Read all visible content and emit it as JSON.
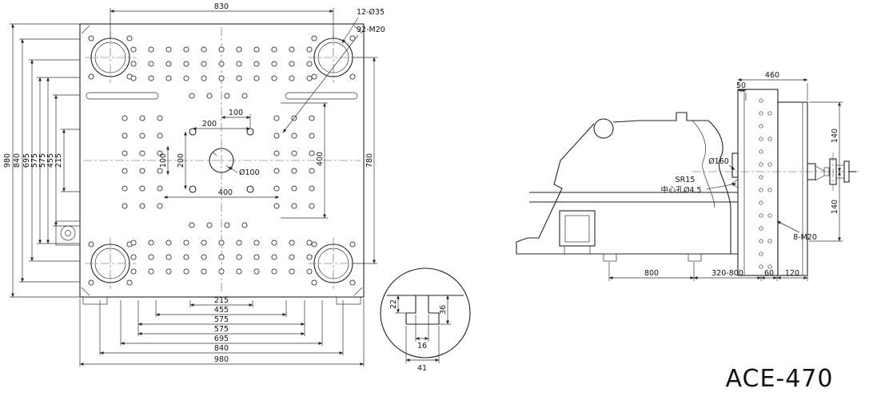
{
  "title": "ACE-470",
  "front_view": {
    "dim_top": "830",
    "note_holes": "12-Ø35",
    "note_threads": "92-M20",
    "dims_left": [
      "980",
      "840",
      "695",
      "575",
      "575",
      "455",
      "215"
    ],
    "dim_right": "780",
    "center": {
      "h100": "100",
      "h200": "200",
      "v100": "100",
      "v200": "200",
      "h400": "400",
      "v400": "400",
      "bore": "Ø100"
    },
    "dims_bottom": [
      "215",
      "455",
      "575",
      "575",
      "695",
      "840",
      "980"
    ]
  },
  "detail_view": {
    "depth": "22",
    "total_depth": "36",
    "slot_width": "16",
    "base_width": "41"
  },
  "side_view": {
    "dim_width": "460",
    "dim_offset": "50",
    "dim_upper": "140",
    "dim_lower": "140",
    "note_ring": "Ø160",
    "note_sphere": "SR15",
    "note_center_hole": "中心孔Ø4.5",
    "note_bolts": "8-M20",
    "dims_bottom": [
      "800",
      "320-800",
      "60",
      "120"
    ]
  }
}
